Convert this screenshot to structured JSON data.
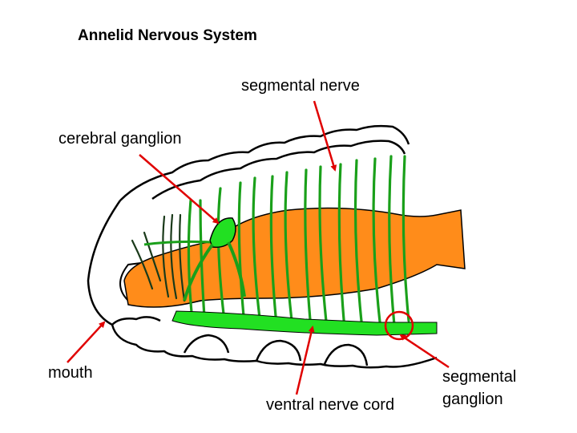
{
  "title": "Annelid Nervous System",
  "labels": {
    "segmental_nerve": "segmental nerve",
    "cerebral_ganglion": "cerebral ganglion",
    "mouth": "mouth",
    "ventral_nerve_cord": "ventral nerve cord",
    "segmental_ganglion_line1": "segmental",
    "segmental_ganglion_line2": "ganglion"
  },
  "colors": {
    "gut": "#ff8c1a",
    "nerve": "#1aa01a",
    "nerve_cord": "#22e022",
    "arrow": "#e00000",
    "outline": "#000000"
  }
}
